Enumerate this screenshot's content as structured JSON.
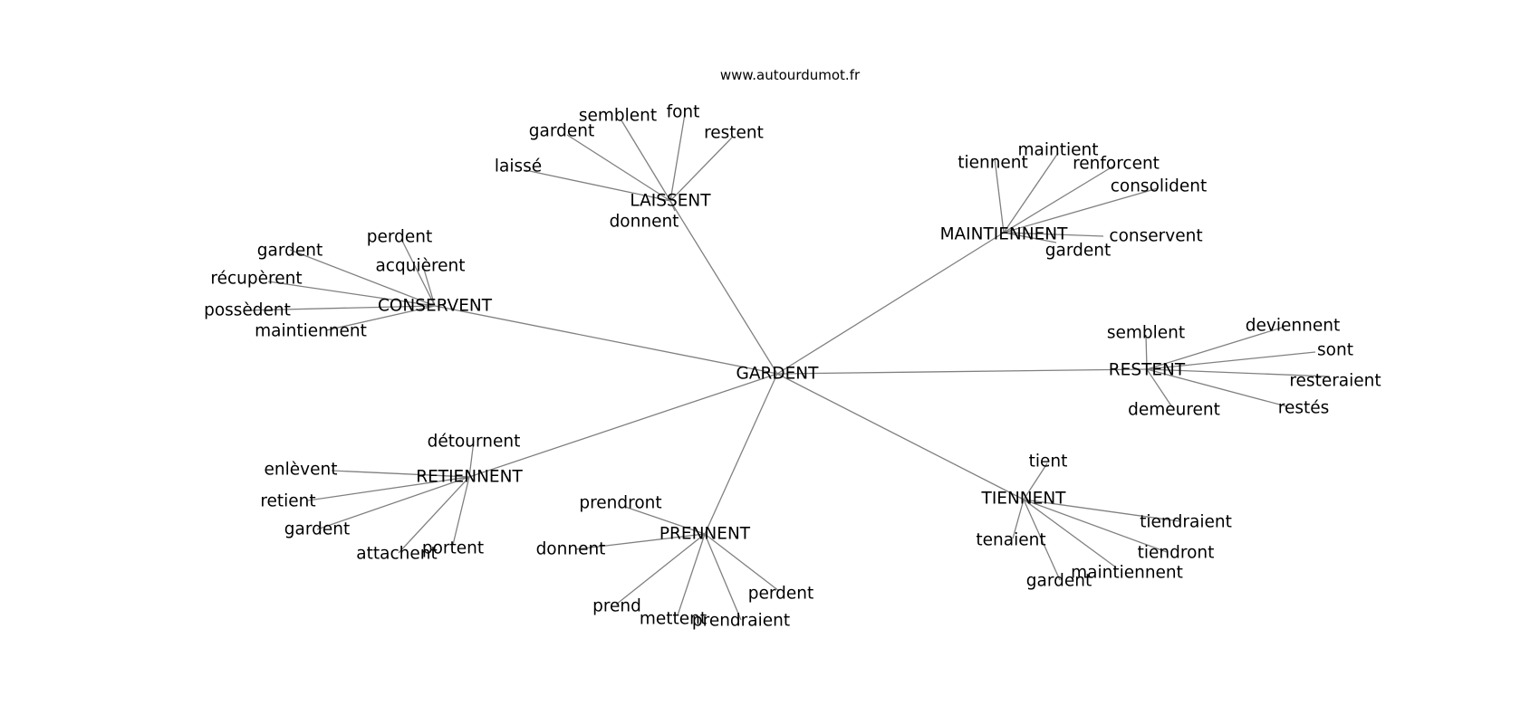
{
  "site": "www.autourdumot.fr",
  "edge_color": "#808080",
  "graph": {
    "center": "GARDENT",
    "clusters": [
      {
        "hub": "LAISSENT",
        "leaves": [
          "laissé",
          "gardent",
          "semblent",
          "font",
          "restent",
          "donnent"
        ]
      },
      {
        "hub": "MAINTIENNENT",
        "leaves": [
          "tiennent",
          "maintient",
          "renforcent",
          "consolident",
          "conservent",
          "gardent"
        ]
      },
      {
        "hub": "CONSERVENT",
        "leaves": [
          "gardent",
          "perdent",
          "acquièrent",
          "récupèrent",
          "possèdent",
          "maintiennent"
        ]
      },
      {
        "hub": "RESTENT",
        "leaves": [
          "semblent",
          "deviennent",
          "sont",
          "resteraient",
          "restés",
          "demeurent"
        ]
      },
      {
        "hub": "RETIENNENT",
        "leaves": [
          "détournent",
          "enlèvent",
          "retient",
          "gardent",
          "attachent",
          "portent"
        ]
      },
      {
        "hub": "PRENNENT",
        "leaves": [
          "prendront",
          "donnent",
          "prend",
          "mettent",
          "prendraient",
          "perdent"
        ]
      },
      {
        "hub": "TIENNENT",
        "leaves": [
          "tient",
          "tenaient",
          "tiendraient",
          "tiendront",
          "maintiennent",
          "gardent"
        ]
      }
    ]
  }
}
